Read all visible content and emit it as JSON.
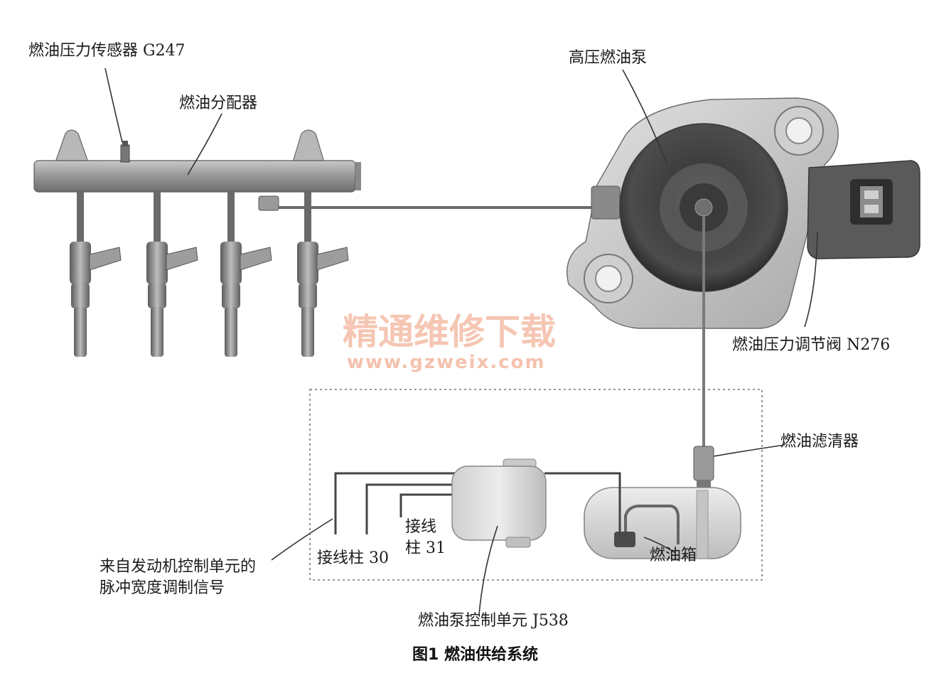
{
  "labels": {
    "sensor": "燃油压力传感器 G247",
    "rail": "燃油分配器",
    "hp_pump": "高压燃油泵",
    "regulator": "燃油压力调节阀 N276",
    "filter": "燃油滤清器",
    "tank": "燃油箱",
    "terminal30": "接线柱 30",
    "terminal31_line1": "接线",
    "terminal31_line2": "柱 31",
    "pwm_line1": "来自发动机控制单元的",
    "pwm_line2": "脉冲宽度调制信号",
    "pump_ctrl": "燃油泵控制单元 J538"
  },
  "caption": "图1  燃油供给系统",
  "watermark": {
    "line1": "精通维修下载",
    "line2": "www.gzweix.com"
  }
}
